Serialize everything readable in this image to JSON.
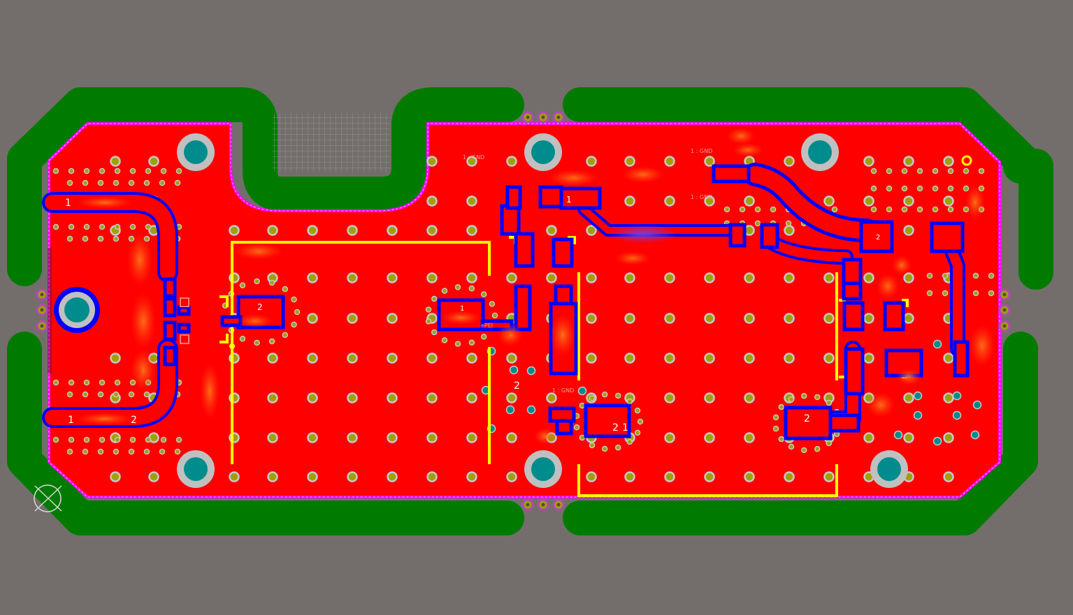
{
  "canvas": {
    "background": "#736E6C",
    "board_fill": "#FF0000",
    "keepout_color": "#007B00",
    "trace_color": "#0000FF",
    "outline_color": "#FF00FF",
    "silk_color": "#FFFF00",
    "pad_color": "#C0C0C0",
    "drill_color": "#008C8C",
    "via_color": "#A0A000"
  },
  "labels": {
    "gnd_top": "1 : GND",
    "gnd_right_1": "1 : GND",
    "gnd_right_2": "1 : GND",
    "gnd_mid": "1 : GND",
    "pin_1_top_left": "1",
    "pin_1_bottom_left": "1",
    "pin_2_bottom_left": "2",
    "pin_2_comp_left": "2",
    "pin_1_comp_mid": "1",
    "pin_2_mid": "2",
    "pin_2_bottom_mid": "2",
    "pin_1_bottom_mid": "1",
    "pin_2_bottom_right": "2",
    "pin_1_right_top": "1",
    "pin_2_right_top": "2",
    "refdes_small": "ePEI"
  }
}
